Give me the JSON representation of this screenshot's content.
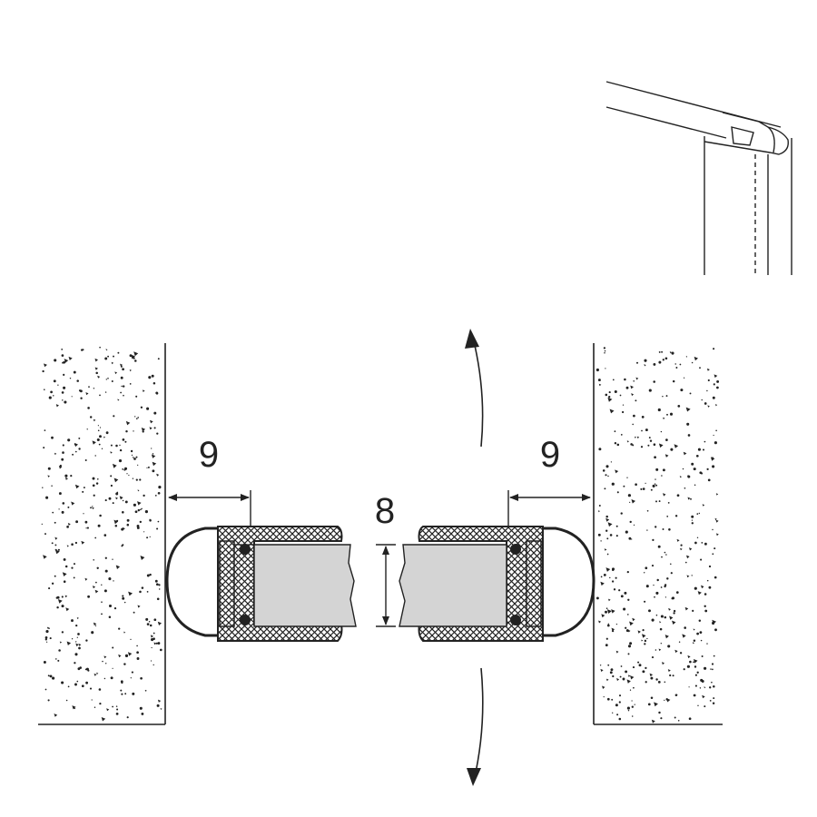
{
  "dimensions": {
    "left_gap": "9",
    "glass_thickness": "8",
    "right_gap": "9"
  },
  "colors": {
    "line": "#222222",
    "glass": "#d4d4d4",
    "wall_fill": "#ffffff",
    "seal_hatch": "#222222"
  }
}
